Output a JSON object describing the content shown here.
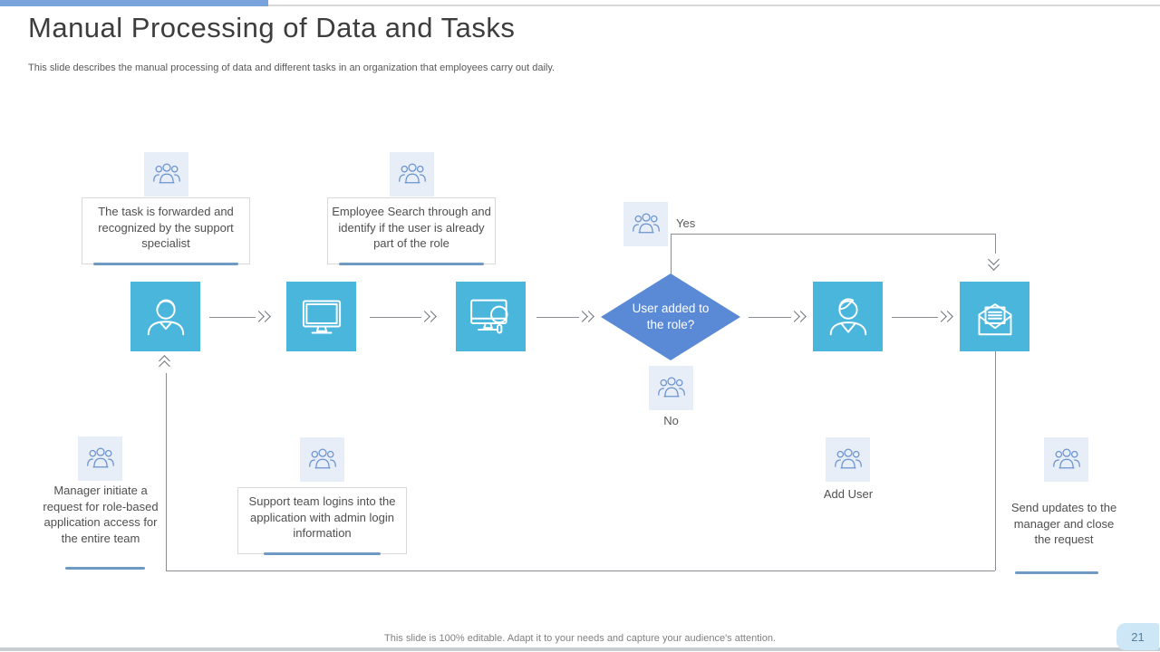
{
  "header": {
    "title": "Manual Processing of Data and Tasks",
    "subtitle": "This slide describes the manual processing of data and different tasks in an organization that employees carry out daily."
  },
  "flowchart": {
    "step_icons": [
      "person-icon",
      "monitor-icon",
      "monitor-search-icon",
      "decision-diamond",
      "person-icon",
      "open-envelope-icon"
    ],
    "team_icon": "team-people-icon",
    "decision": {
      "label": "User added to the role?",
      "yes_label": "Yes",
      "no_label": "No"
    },
    "callouts": {
      "task_forwarded": "The task is forwarded and recognized by the support specialist",
      "employee_search": "Employee Search through and identify if the user is already part of the role",
      "manager_request": "Manager initiate a request for role-based application access for the entire team",
      "support_login": "Support team logins into the application with admin login information",
      "add_user": "Add User",
      "send_updates": "Send updates to the manager and close the request"
    }
  },
  "footer": {
    "note": "This slide is 100% editable. Adapt it to your needs and capture your audience's attention.",
    "page_number": "21"
  },
  "colors": {
    "step_tile_blue": "#4ab6dc",
    "diamond_blue": "#5a8ad6",
    "team_tile_bg": "#e8eef8",
    "team_icon_stroke": "#6b93cf",
    "underline_blue": "#6e9ac4",
    "connector_gray": "#8a8e92",
    "top_bar_blue": "#78a3dc",
    "badge_bg": "#cde7f6",
    "badge_text": "#557e9e",
    "text_gray": "#595959"
  }
}
